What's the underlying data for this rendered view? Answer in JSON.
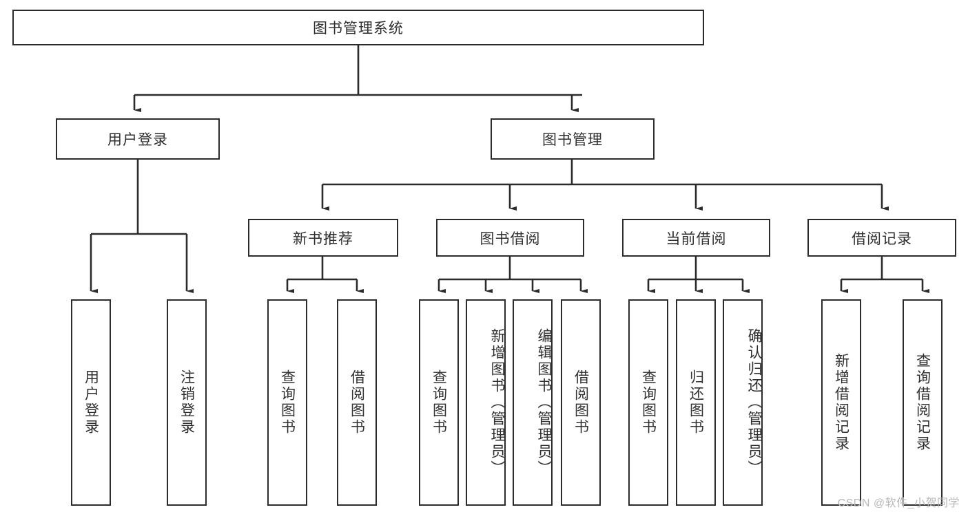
{
  "diagram": {
    "title": "图书管理系统",
    "type": "tree",
    "root": {
      "label": "图书管理系统"
    },
    "level2": [
      {
        "label": "用户登录"
      },
      {
        "label": "图书管理"
      }
    ],
    "level3": [
      {
        "label": "新书推荐"
      },
      {
        "label": "图书借阅"
      },
      {
        "label": "当前借阅"
      },
      {
        "label": "借阅记录"
      }
    ],
    "leaves": [
      {
        "label": "用户登录",
        "parent": "用户登录"
      },
      {
        "label": "注销登录",
        "parent": "用户登录"
      },
      {
        "label": "查询图书",
        "parent": "新书推荐"
      },
      {
        "label": "借阅图书",
        "parent": "新书推荐"
      },
      {
        "label": "查询图书",
        "parent": "图书借阅"
      },
      {
        "label": "新增图书（管理员）",
        "parent": "图书借阅"
      },
      {
        "label": "编辑图书（管理员）",
        "parent": "图书借阅"
      },
      {
        "label": "借阅图书",
        "parent": "图书借阅"
      },
      {
        "label": "查询图书",
        "parent": "当前借阅"
      },
      {
        "label": "归还图书",
        "parent": "当前借阅"
      },
      {
        "label": "确认归还（管理员）",
        "parent": "当前借阅"
      },
      {
        "label": "新增借阅记录",
        "parent": "借阅记录"
      },
      {
        "label": "查询借阅记录",
        "parent": "借阅记录"
      }
    ],
    "colors": {
      "border": "#2b2b2b",
      "text": "#2f2f2f",
      "background": "#ffffff",
      "connector": "#2b2b2b",
      "watermark": "#b8b8b8"
    }
  },
  "watermark": {
    "text": "CSDN @软件_小贺同学"
  }
}
